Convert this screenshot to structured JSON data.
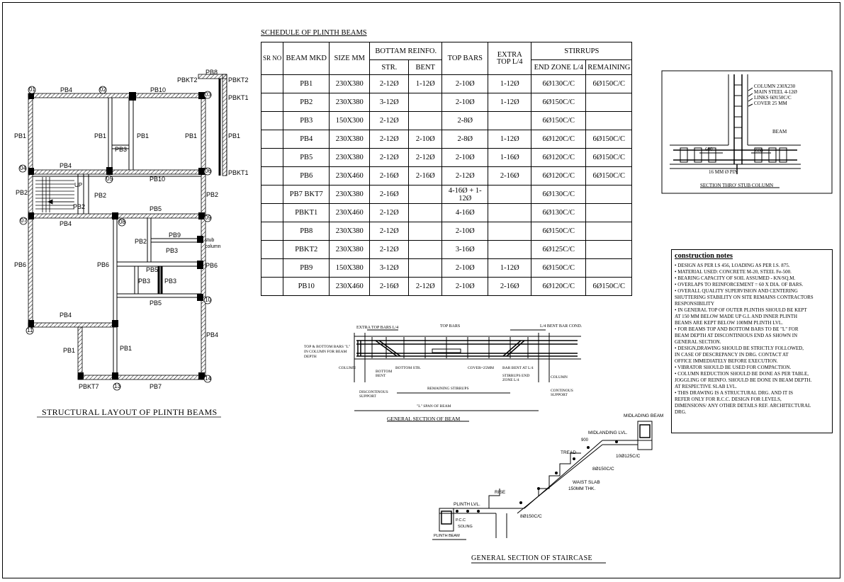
{
  "layout": {
    "title": "STRUCTURAL LAYOUT OF PLINTH BEAMS",
    "grid_nodes": [
      "01",
      "02",
      "03",
      "04",
      "05",
      "06",
      "07",
      "08",
      "09",
      "10",
      "11",
      "13",
      "14"
    ],
    "beams": {
      "pb4_top": "PB4",
      "pb10_top": "PB10",
      "pb8": "PB8",
      "pbkt2": "PBKT2",
      "pbkt2_r": "PBKT2",
      "pbkt1_top": "PBKT1",
      "pbkt1_mid": "PBKT1",
      "pb1_left": "PB1",
      "pb1_mid": "PB1",
      "pb1_mid2": "PB1",
      "pb1_right": "PB1",
      "pb1_far": "PB1",
      "pb3_a": "PB3",
      "pb4_mid": "PB4",
      "pb10_mid": "PB10",
      "pb2_left": "PB2",
      "up": "UP",
      "pb2_stair": "PB2",
      "pb2_stair2": "PB2",
      "pb2_right": "PB2",
      "pb5_a": "PB5",
      "pb4_low": "PB4",
      "pb9": "PB9",
      "pb2_in": "PB2",
      "stub": "stub",
      "column": "column",
      "pb3_b": "PB3",
      "pb6_left": "PB6",
      "pb6_mid": "PB6",
      "pb6_right": "PB6",
      "pb5_b": "PB5",
      "pb3_c": "PB3",
      "pb3_d": "PB3",
      "pb5_c": "PB5",
      "pb4_bot": "PB4",
      "pb4_right": "PB4",
      "pb1_bot_l": "PB1",
      "pb1_bot_m": "PB1",
      "pbkt7": "PBKT7",
      "pb7": "PB7"
    }
  },
  "schedule": {
    "title": "SCHEDULE OF PLINTH BEAMS",
    "headers": {
      "sr_no": "SR NO",
      "beam_mkd": "BEAM MKD",
      "size": "SIZE MM",
      "bottom_reinfo": "BOTTAM REINFO.",
      "str": "STR.",
      "bent": "BENT",
      "top_bars": "TOP BARS",
      "extra_top": "EXTRA TOP L/4",
      "stirrups": "STIRRUPS",
      "end_zone": "END ZONE L/4",
      "remaining": "REMAINING"
    },
    "rows": [
      {
        "beam": "PB1",
        "size": "230X380",
        "str": "2-12Ø",
        "bent": "1-12Ø",
        "top": "2-10Ø",
        "extra": "1-12Ø",
        "end": "6Ø130C/C",
        "rem": "6Ø150C/C"
      },
      {
        "beam": "PB2",
        "size": "230X380",
        "str": "3-12Ø",
        "bent": "",
        "top": "2-10Ø",
        "extra": "1-12Ø",
        "end": "6Ø150C/C",
        "rem": ""
      },
      {
        "beam": "PB3",
        "size": "150X300",
        "str": "2-12Ø",
        "bent": "",
        "top": "2-8Ø",
        "extra": "",
        "end": "6Ø150C/C",
        "rem": ""
      },
      {
        "beam": "PB4",
        "size": "230X380",
        "str": "2-12Ø",
        "bent": "2-10Ø",
        "top": "2-8Ø",
        "extra": "1-12Ø",
        "end": "6Ø120C/C",
        "rem": "6Ø150C/C"
      },
      {
        "beam": "PB5",
        "size": "230X380",
        "str": "2-12Ø",
        "bent": "2-12Ø",
        "top": "2-10Ø",
        "extra": "1-16Ø",
        "end": "6Ø120C/C",
        "rem": "6Ø150C/C"
      },
      {
        "beam": "PB6",
        "size": "230X460",
        "str": "2-16Ø",
        "bent": "2-16Ø",
        "top": "2-12Ø",
        "extra": "2-16Ø",
        "end": "6Ø120C/C",
        "rem": "6Ø150C/C"
      },
      {
        "beam": "PB7 BKT7",
        "size": "230X380",
        "str": "2-16Ø",
        "bent": "",
        "top": "4-16Ø + 1-12Ø",
        "extra": "",
        "end": "6Ø130C/C",
        "rem": ""
      },
      {
        "beam": "PBKT1",
        "size": "230X460",
        "str": "2-12Ø",
        "bent": "",
        "top": "4-16Ø",
        "extra": "",
        "end": "6Ø130C/C",
        "rem": ""
      },
      {
        "beam": "PB8",
        "size": "230X380",
        "str": "2-12Ø",
        "bent": "",
        "top": "2-10Ø",
        "extra": "",
        "end": "6Ø150C/C",
        "rem": ""
      },
      {
        "beam": "PBKT2",
        "size": "230X380",
        "str": "2-12Ø",
        "bent": "",
        "top": "3-16Ø",
        "extra": "",
        "end": "6Ø125C/C",
        "rem": ""
      },
      {
        "beam": "PB9",
        "size": "150X380",
        "str": "3-12Ø",
        "bent": "",
        "top": "2-10Ø",
        "extra": "1-12Ø",
        "end": "6Ø150C/C",
        "rem": ""
      },
      {
        "beam": "PB10",
        "size": "230X460",
        "str": "2-16Ø",
        "bent": "2-12Ø",
        "top": "2-10Ø",
        "extra": "2-16Ø",
        "end": "6Ø120C/C",
        "rem": "6Ø150C/C"
      }
    ]
  },
  "stub_section": {
    "title": "SECTION THRO' STUB COLUMN",
    "labels": [
      "COLUMN 230X230",
      "MAIN STEEL 4-12Ø",
      "LINKS 6Ø150C/C",
      "COVER 25 MM",
      "BEAM",
      "600",
      "600",
      "16 MM Ø PIN"
    ]
  },
  "beam_section": {
    "title": "GENERAL SECTION OF BEAM",
    "labels": {
      "extra": "EXTRA TOP BARS L/4",
      "top": "TOP BARS",
      "bent_cond": "L/4 BENT BAR COND.",
      "tb": "TOP & BOTTOM BARS \"L\" IN COLUMN FOR BEAM DEPTH",
      "column_l": "COLUMN",
      "bottom_bent": "BOTTOM BENT",
      "bottom_str": "BOTTOM STR.",
      "cover": "COVER=25MM",
      "bar_bent": "BAR BENT AT L/4",
      "stirrups_ez": "STIRRUPS END ZONE L/4",
      "column_r": "COLUMN",
      "disc": "DISCONTINOUS SUPPORT",
      "rem": "REMAINING STIRRUPS",
      "cont": "CONTINOUS SUPPORT",
      "span": "\"L\" SPAN OF BEAM"
    }
  },
  "stair_section": {
    "title": "GENERAL SECTION OF STAIRCASE",
    "labels": {
      "mid_beam": "MIDLADING BEAM",
      "mid_lvl": "MIDLANDING LVL.",
      "dim": "900",
      "tread": "TREAD",
      "bar1": "10Ø125C/C",
      "bar2": "8Ø150C/C",
      "waist": "WAIST SLAB",
      "thk": "150MM THK.",
      "rise": "RISE",
      "plinth": "PLINTH LVL.",
      "bar3": "8Ø150C/C",
      "pc": "P.C.C",
      "soling": "SOLING",
      "plinth_beam": "PLINTH BEAM"
    }
  },
  "notes": {
    "title": "construction notes",
    "lines": [
      "• DESIGN AS PER I.S 456, LOADING AS PER I.S. 875.",
      "• MATERIAL USED: CONCRETE M-20, STEEL Fe-500.",
      "• BEARING CAPACITY OF SOIL ASSUMED -       KN/SQ.M.",
      "• OVERLAPS TO REINFORCEMENT = 60 X DIA. OF BARS.",
      "• OVERALL QUALITY SUPERVISION AND CENTERING",
      "  SHUTTERING STABILITY ON SITE REMAINS CONTRACTORS",
      "  RESPONSIBILITY",
      "• IN GENERAL TOP OF OUTER PLINTHS SHOULD BE KEPT",
      "  AT 150 MM BELOW MADE UP G.L AND INNER PLINTH",
      "  BEAMS ARE KEPT BELOW 100MM PLINTH LVL.",
      "• FOR BEAMS TOP AND BOTTOM BARS TO BE \"L\" FOR",
      "  BEAM DEPTH AT DISCONTINIOUS END AS SHOWN IN",
      "  GENERAL SECTION.",
      "• DESIGN,DRAWING SHOULD BE STRICTLY FOLLOWED,",
      "  IN CASE OF DESCREPANCY IN DRG. CONTACT AT",
      "  OFFICE IMMEDIATELY BEFORE EXECUTION.",
      "• VIBRATOR SHOULD BE USED FOR COMPACTION.",
      "• COLUMN REDUCTION SHOULD BE DONE AS PER TABLE,",
      "  JOGGLING OF REINFO. SHOULD BE DONE IN BEAM DEPTH.",
      "  AT RESPECTIVE SLAB LVL.",
      "• THIS DRAWING IS A STRUCTURAL DRG. AND IT IS",
      "  REFER ONLY FOR R.C.C. DESIGN FOR LEVELS,",
      "  DIMENSIONS/ ANY OTHER DETAILS REF. ARCHITECTURAL",
      "  DRG."
    ]
  }
}
